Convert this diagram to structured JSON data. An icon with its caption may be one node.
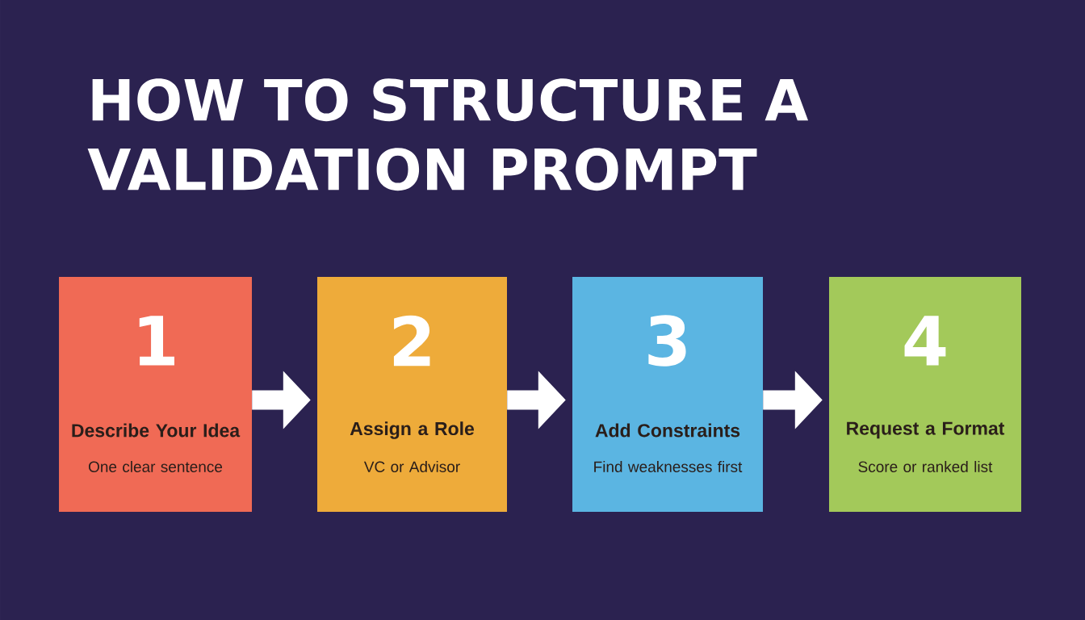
{
  "diagram": {
    "title": "HOW TO STRUCTURE A VALIDATION PROMPT",
    "nodes": [
      {
        "text": [
          "1",
          "Describe Your Idea",
          "One clear sentence"
        ]
      },
      {
        "text": [
          "2",
          "Assign a Role",
          "VC or Advisor"
        ]
      },
      {
        "text": [
          "3",
          "Add Constraints",
          "Find weaknesses first"
        ]
      },
      {
        "text": [
          "4",
          "Request a Format",
          "Score or ranked list"
        ]
      }
    ],
    "edges": [
      {
        "from": 0,
        "to": 1,
        "arrow": "to"
      },
      {
        "from": 1,
        "to": 2,
        "arrow": "to"
      },
      {
        "from": 2,
        "to": 3,
        "arrow": "to"
      }
    ]
  }
}
